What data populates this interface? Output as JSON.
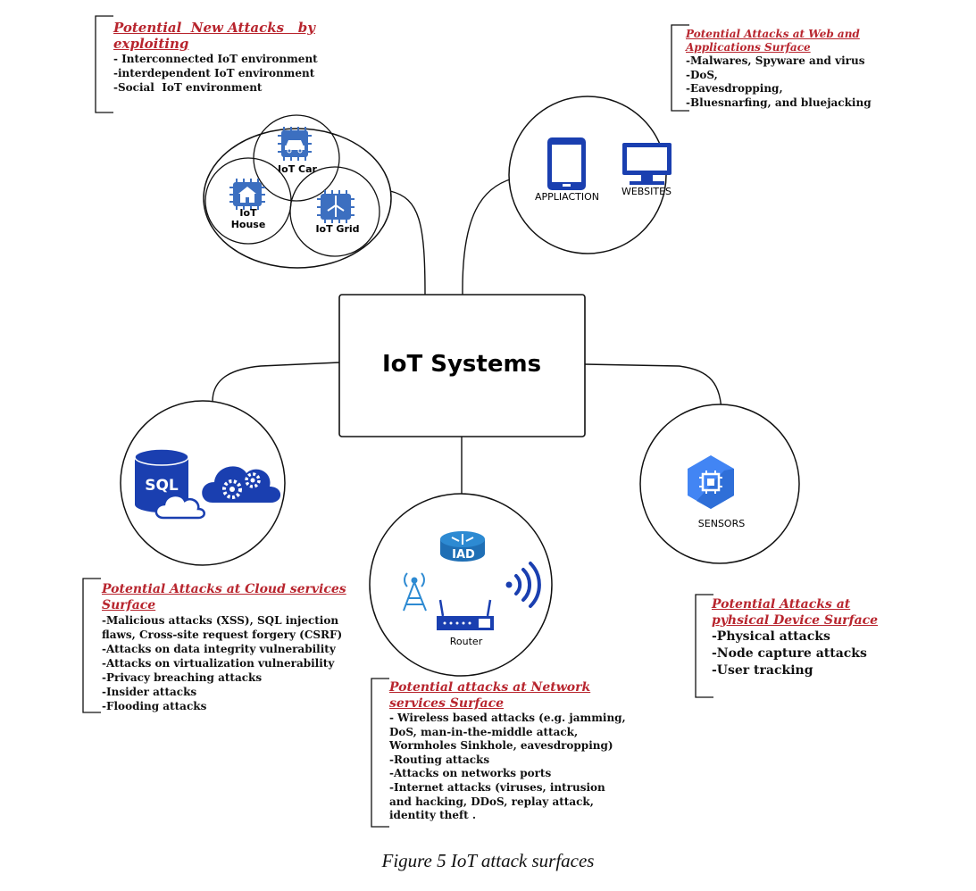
{
  "center": {
    "title": "IoT Systems"
  },
  "circles": {
    "iot": {
      "car": [
        "IoT  Car"
      ],
      "house": [
        "IoT",
        "House"
      ],
      "grid": [
        "IoT  Grid"
      ]
    },
    "web": {
      "app_label": "APPLIACTION",
      "web_label": "WEBSITES"
    },
    "cloud": {
      "sql_label": "SQL"
    },
    "network": {
      "iad_label": "IAD",
      "router_label": "Router"
    },
    "sensors": {
      "label": "SENSORS"
    }
  },
  "surfaces": {
    "new_attacks": {
      "title": [
        "Potential  New Attacks   by",
        "exploiting"
      ],
      "items": [
        "- Interconnected IoT environment",
        "-interdependent IoT environment",
        "-Social  IoT environment"
      ]
    },
    "web": {
      "title": [
        "Potential Attacks at Web and",
        "Applications Surface"
      ],
      "items": [
        "-Malwares, Spyware and virus",
        "-DoS,",
        "-Eavesdropping,",
        "-Bluesnarfing, and bluejacking"
      ]
    },
    "cloud": {
      "title": [
        "Potential Attacks at Cloud services",
        "Surface"
      ],
      "items": [
        "-Malicious attacks (XSS), SQL injection",
        "flaws, Cross-site request forgery (CSRF)",
        "-Attacks on data integrity vulnerability",
        "-Attacks on virtualization vulnerability",
        "-Privacy breaching attacks",
        "-Insider attacks",
        "-Flooding attacks"
      ]
    },
    "network": {
      "title": [
        "Potential attacks at Network",
        "services Surface"
      ],
      "items": [
        "- Wireless based attacks (e.g. jamming,",
        "DoS, man-in-the-middle attack,",
        "Wormholes Sinkhole, eavesdropping)",
        "-Routing attacks",
        "-Attacks on networks ports",
        "-Internet attacks (viruses, intrusion",
        "and hacking, DDoS, replay attack,",
        "identity theft ."
      ]
    },
    "physical": {
      "title": [
        "Potential Attacks at",
        "pyhsical Device Surface"
      ],
      "items": [
        "-Physical attacks",
        "-Node capture attacks",
        "-User tracking"
      ]
    }
  },
  "caption": "Figure 5 IoT attack surfaces",
  "colors": {
    "accent": "#b8252e",
    "icon_blue": "#3c6fc0",
    "icon_dark": "#1a3fb0",
    "sensor_blue": "#4285f4"
  }
}
